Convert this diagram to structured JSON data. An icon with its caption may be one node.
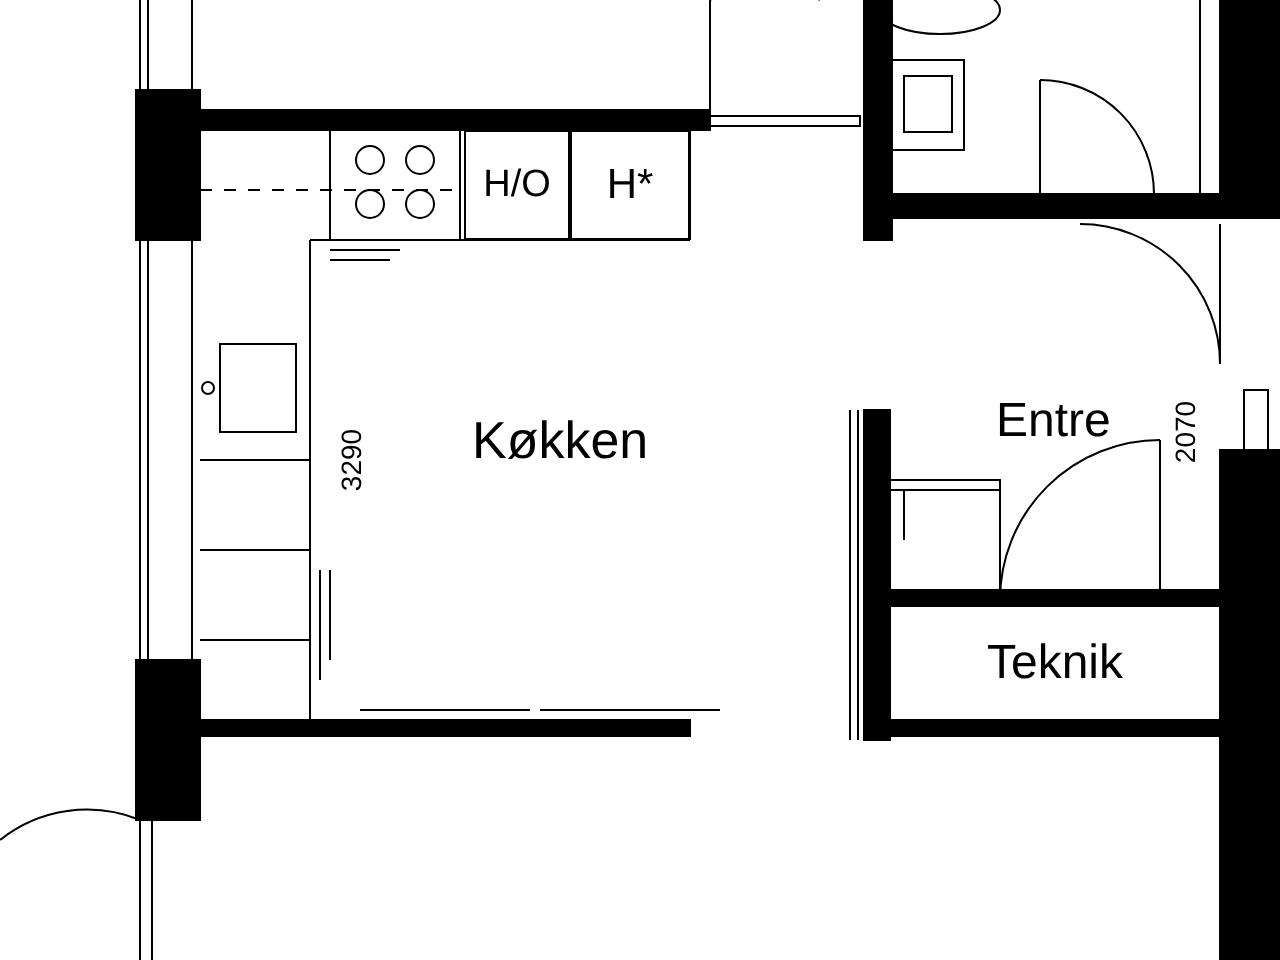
{
  "diagram": {
    "nodes": [
      {
        "text": [
          "H/O"
        ]
      },
      {
        "text": [
          "H*"
        ]
      },
      {
        "text": [
          "Teknik"
        ]
      }
    ],
    "labels": [
      "Køkken",
      "3290",
      "Entre",
      "2070"
    ]
  }
}
